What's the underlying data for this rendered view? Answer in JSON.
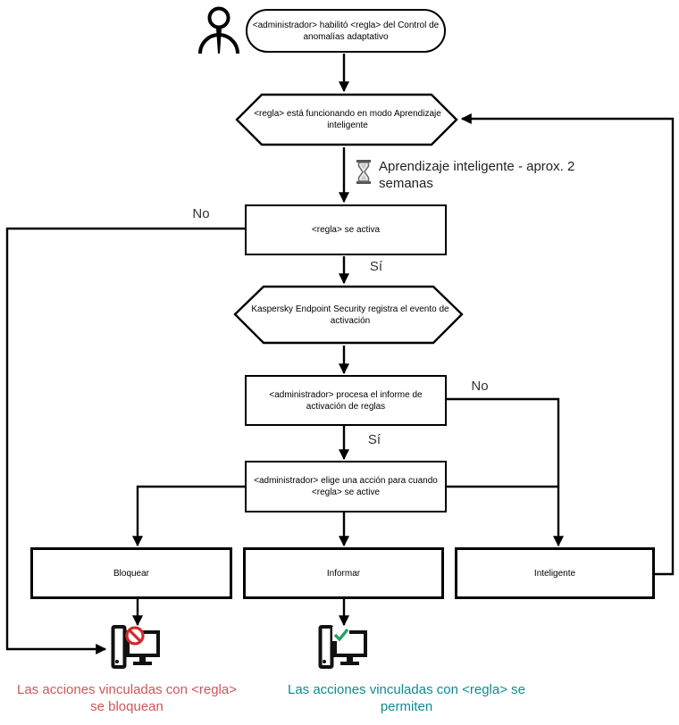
{
  "diagram": {
    "title_context": "Adaptive Anomaly Control flowchart",
    "nodes": {
      "start": "<administrador> habilitó <regla> del Control de anomalías adaptativo",
      "learning_mode": "<regla> está funcionando en modo Aprendizaje inteligente",
      "rule_triggers": "<regla> se activa",
      "event_logged": "Kaspersky Endpoint Security registra el evento de activación",
      "admin_report": "<administrador> procesa el informe de activación de reglas",
      "admin_action": "<administrador> elige una acción para cuando <regla> se active",
      "action_block": "Bloquear",
      "action_inform": "Informar",
      "action_smart": "Inteligente"
    },
    "edge_labels": {
      "rule_no": "No",
      "rule_si": "Sí",
      "report_no": "No",
      "report_si": "Sí"
    },
    "note": {
      "icon": "hourglass-icon",
      "text": "Aprendizaje inteligente - aprox. 2 semanas"
    },
    "outcomes": {
      "blocked": "Las acciones vinculadas con <regla> se bloquean",
      "allowed": "Las acciones vinculadas con <regla> se permiten"
    },
    "icons": {
      "actor": "person-icon",
      "wait": "hourglass-icon",
      "blocked": "blocked-computer-icon",
      "allowed": "allowed-computer-icon"
    },
    "colors": {
      "line": "#000000",
      "blocked_text": "#cd5757",
      "allowed_text": "#0e8b90",
      "prohibition_sign": "#d22a2a",
      "check_sign": "#24a169"
    }
  }
}
